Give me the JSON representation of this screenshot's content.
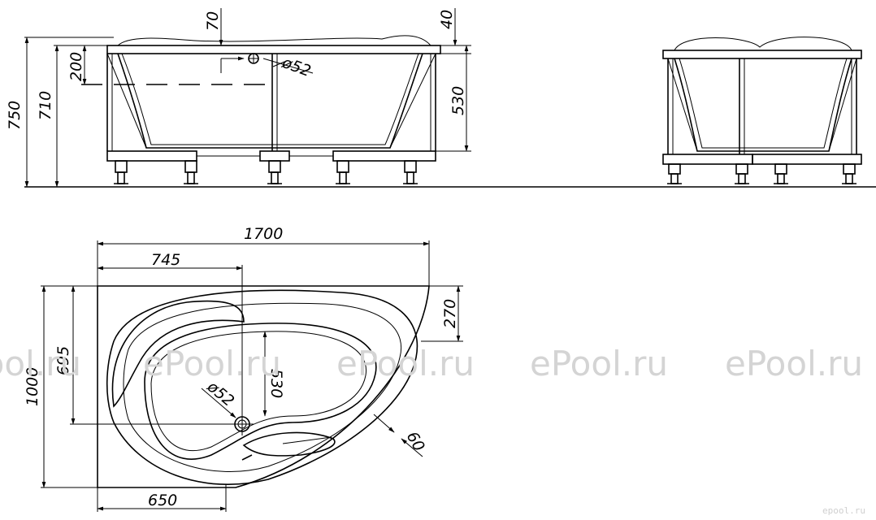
{
  "watermark": {
    "text": "ePool.ru",
    "color": "#d4d4d4"
  },
  "logo": {
    "text": "epool.ru"
  },
  "side_view": {
    "dims": {
      "total_height": "750",
      "inner_height": "710",
      "overflow_depth": "200",
      "rim_to_overflow": "70",
      "rim_thickness": "40",
      "tub_depth": "530",
      "drain_diameter": "ø52"
    }
  },
  "plan_view": {
    "dims": {
      "length": "1700",
      "drain_offset_x": "745",
      "width": "1000",
      "inner_width": "695",
      "corner_offset": "270",
      "basin_depth": "530",
      "drain_diameter": "ø52",
      "rim_width": "60",
      "bottom_offset": "650"
    }
  }
}
